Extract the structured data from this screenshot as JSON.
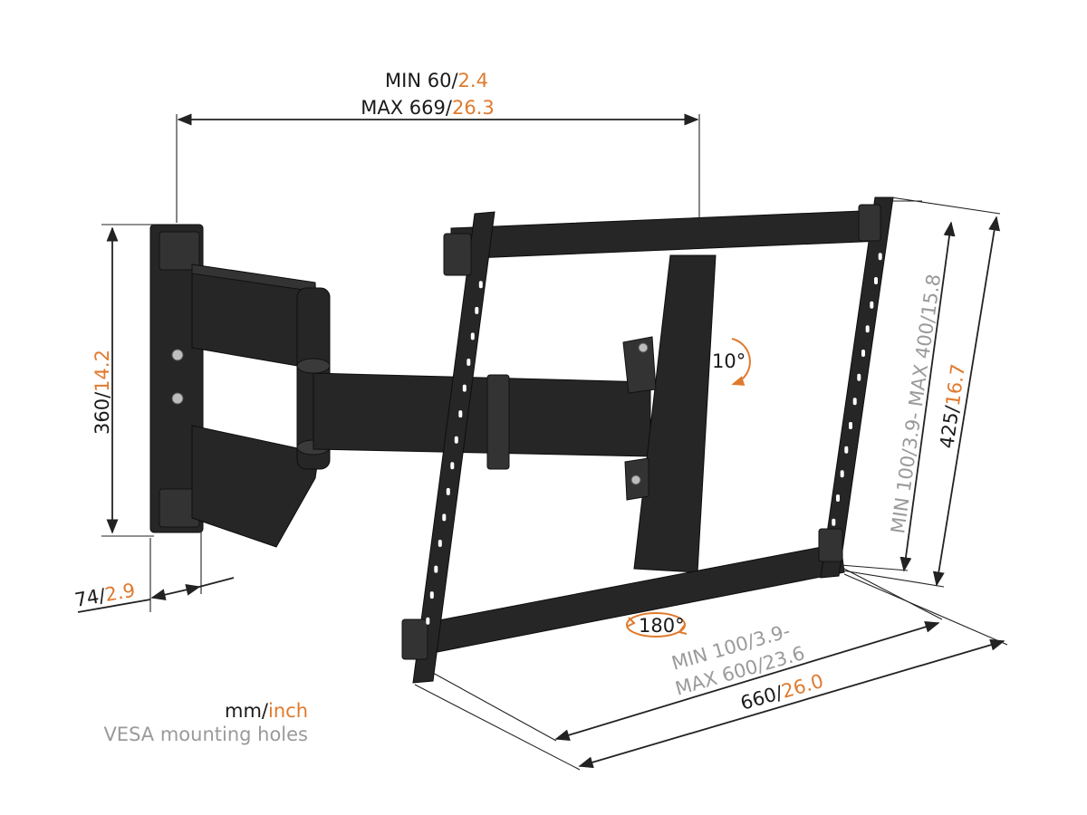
{
  "dimensions": {
    "top_width": {
      "min_mm": "MIN 60/",
      "min_in": "2.4",
      "max_mm": "MAX 669/",
      "max_in": "26.3"
    },
    "wall_plate_height": {
      "mm": "360/",
      "in": "14.2"
    },
    "depth": {
      "mm": "74/",
      "in": "2.9"
    },
    "vesa_vertical": {
      "min_mm": "MIN 100/",
      "min_in": "3.9",
      "sep": "- ",
      "max_mm": "MAX 400/",
      "max_in": "15.8"
    },
    "bracket_height": {
      "mm": "425/",
      "in": "16.7"
    },
    "vesa_horizontal": {
      "line1_mm": "MIN 100/",
      "line1_in": "3.9",
      "line1_suffix": "-",
      "line2_mm": "MAX 600/",
      "line2_in": "23.6"
    },
    "bracket_width": {
      "mm": "660/",
      "in": "26.0"
    }
  },
  "rotation": {
    "tilt": "10°",
    "rotate": "180°"
  },
  "legend": {
    "mm": "mm/",
    "inch": "inch",
    "note": "VESA mounting holes"
  },
  "colors": {
    "metric": "#1a1a1a",
    "imperial": "#e07a2e",
    "vesa": "#9a9a9a",
    "product": "#262626"
  }
}
